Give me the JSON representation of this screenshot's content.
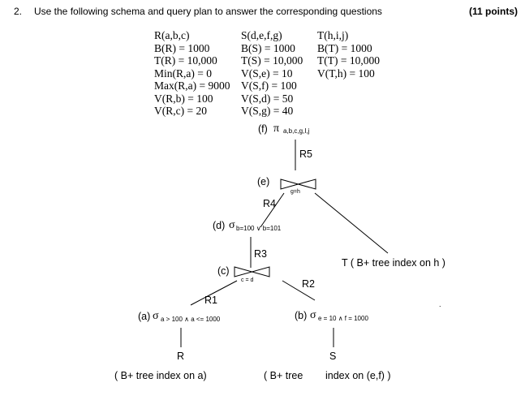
{
  "question": {
    "number": "2.",
    "text": "Use the following schema and query plan to answer the corresponding questions",
    "points": "(11 points)"
  },
  "schema": {
    "col1": [
      "R(a,b,c)",
      "B(R) = 1000",
      "T(R) = 10,000",
      "Min(R,a) = 0",
      "Max(R,a) = 9000",
      "V(R,b) = 100",
      "V(R,c) = 20"
    ],
    "col2": [
      "S(d,e,f,g)",
      "B(S) = 1000",
      "T(S) = 10,000",
      "V(S,e) = 10",
      "V(S,f) = 100",
      "V(S,d) = 50",
      "V(S,g) = 40"
    ],
    "col3": [
      "T(h,i,j)",
      "B(T) = 1000",
      "T(T) = 10,000",
      "V(T,h) = 100"
    ]
  },
  "plan": {
    "f": {
      "label": "(f)",
      "op": "π",
      "sub": "a,b,c,g,I,j"
    },
    "r5": "R5",
    "e": {
      "label": "(e)",
      "cond": "g=h"
    },
    "r4": "R4",
    "d": {
      "label": "(d)",
      "op": "σ",
      "sub": "b=100 ∨ b=101"
    },
    "r3": "R3",
    "c": {
      "label": "(c)",
      "cond": "c = d"
    },
    "r1": "R1",
    "r2": "R2",
    "a": {
      "label": "(a)",
      "op": "σ",
      "sub": "a > 100 ∧ a <= 1000"
    },
    "b": {
      "label": "(b)",
      "op": "σ",
      "sub": "e = 10 ∧ f = 1000"
    },
    "rel_r": "R",
    "rel_s": "S",
    "note_r": "( B+ tree   index on a)",
    "note_s_1": "( B+ tree",
    "note_s_2": "index on (e,f) )",
    "note_t": "T ( B+ tree    index on h )",
    "dot": "."
  }
}
